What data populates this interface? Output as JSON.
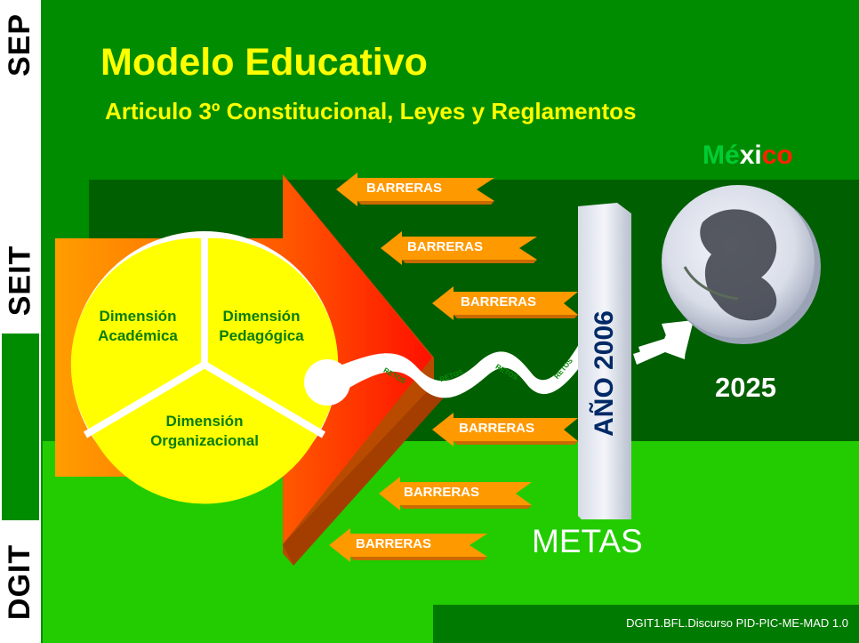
{
  "sidebar": {
    "labels": [
      "SEP",
      "SEIT",
      "DGIT"
    ]
  },
  "header": {
    "title": "Modelo Educativo",
    "subtitle": "Articulo 3º Constitucional, Leyes y Reglamentos"
  },
  "diagram": {
    "dimensions": {
      "academica": [
        "Dimensión",
        "Académica"
      ],
      "pedagogica": [
        "Dimensión",
        "Pedagógica"
      ],
      "organizacional": [
        "Dimensión",
        "Organizacional"
      ]
    },
    "retos": [
      "RETOS",
      "RETOS",
      "RETOS",
      "RETOS"
    ],
    "barriers": [
      "BARRERAS",
      "BARRERAS",
      "BARRERAS",
      "BARRERAS",
      "BARRERAS",
      "BARRERAS"
    ],
    "pillar_label": "AÑO 2006",
    "metas_label": "METAS",
    "goal": {
      "country_parts": [
        "Mé",
        "xi",
        "co"
      ],
      "country_colors": [
        "#00cc33",
        "#ffffff",
        "#ff2200"
      ],
      "year": "2025"
    }
  },
  "footer": {
    "text": "DGIT1.BFL.Discurso PID-PIC-ME-MAD 1.0"
  },
  "colors": {
    "background": "#008c00",
    "title": "#ffff00",
    "barrier_fill": "#ff9900",
    "pie_fill": "#ffff00",
    "dimension_text": "#0a7d0a"
  }
}
